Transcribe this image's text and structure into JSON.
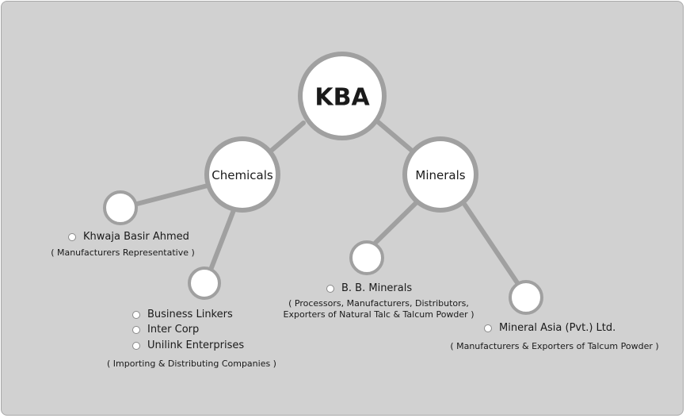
{
  "colors": {
    "background": "#d1d1d1",
    "connector": "#a0a0a0",
    "node_fill": "#ffffff",
    "node_border": "#a0a0a0",
    "text": "#1a1a1a"
  },
  "root": {
    "label": "KBA"
  },
  "branches": {
    "chemicals": {
      "label": "Chemicals",
      "groups": {
        "khwaja": {
          "items": [
            "Khwaja Basir Ahmed"
          ],
          "description": "( Manufacturers Representative )"
        },
        "importers": {
          "items": [
            "Business Linkers",
            "Inter Corp",
            "Unilink Enterprises"
          ],
          "description": "( Importing & Distributing Companies )"
        }
      }
    },
    "minerals": {
      "label": "Minerals",
      "groups": {
        "bb": {
          "items": [
            "B. B. Minerals"
          ],
          "description_lines": [
            "( Processors, Manufacturers, Distributors,",
            "Exporters of Natural Talc & Talcum Powder )"
          ]
        },
        "mineral_asia": {
          "items": [
            "Mineral Asia (Pvt.) Ltd."
          ],
          "description": "( Manufacturers & Exporters of Talcum Powder )"
        }
      }
    }
  }
}
